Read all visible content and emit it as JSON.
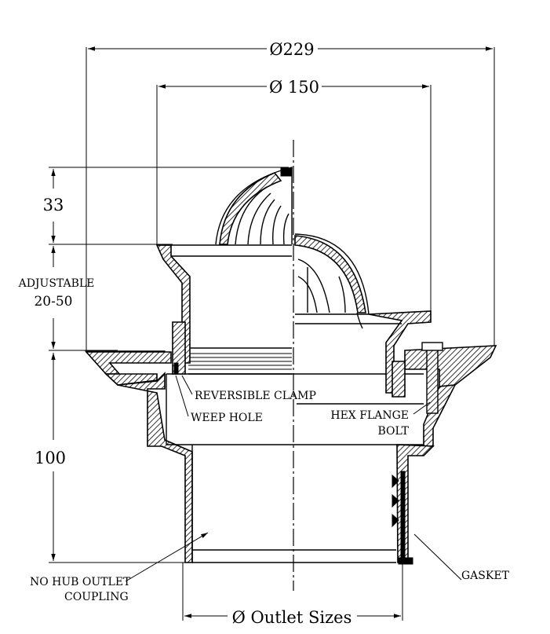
{
  "dimensions": {
    "overall_diameter": "Ø229",
    "top_diameter": "Ø 150",
    "dome_height": "33",
    "adjustable_line1": "ADJUSTABLE",
    "adjustable_line2": "20-50",
    "body_height": "100",
    "outlet": "Ø Outlet Sizes"
  },
  "callouts": {
    "reversible_clamp": "REVERSIBLE CLAMP",
    "weep_hole": "WEEP HOLE",
    "hex_flange_line1": "HEX FLANGE",
    "hex_flange_line2": "BOLT",
    "no_hub_line1": "NO HUB OUTLET",
    "no_hub_line2": "COUPLING",
    "gasket": "GASKET"
  }
}
